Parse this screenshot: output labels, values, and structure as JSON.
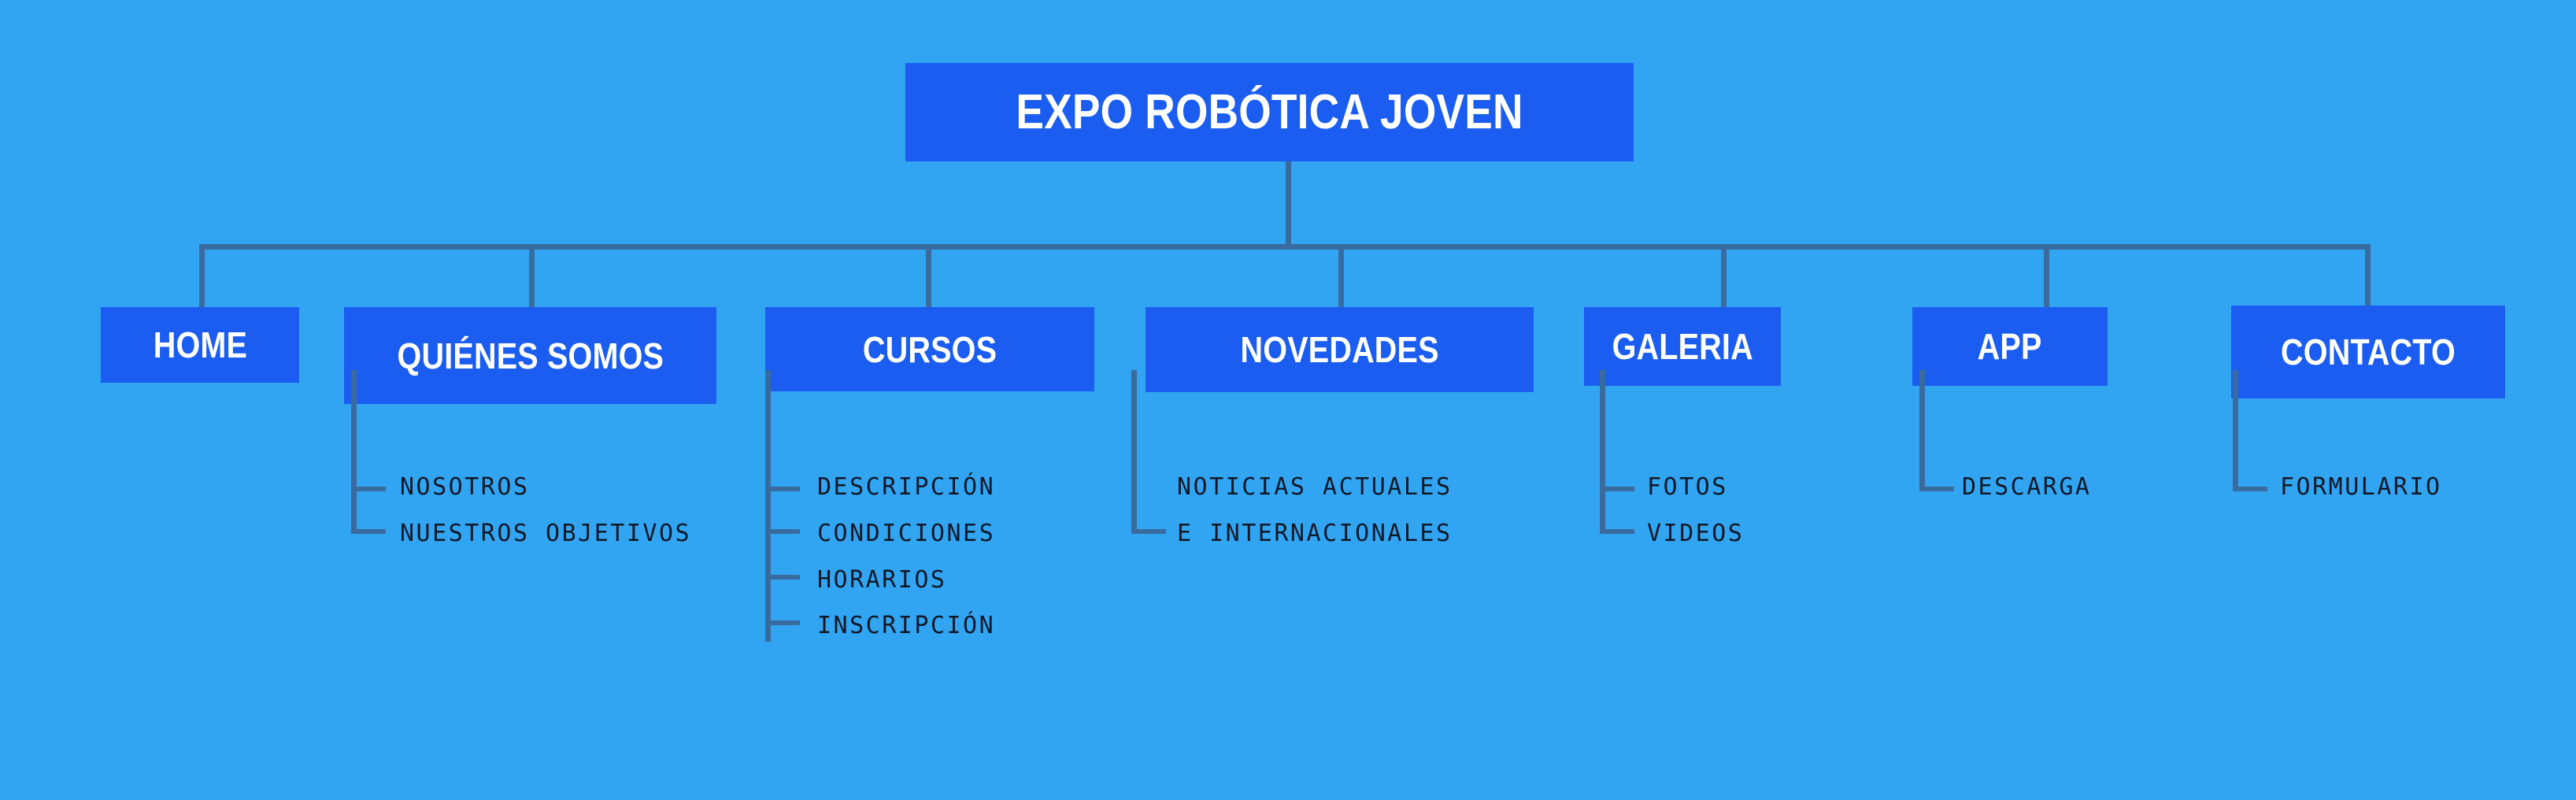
{
  "diagram": {
    "type": "sitemap-tree",
    "background_color": "#32a5f2",
    "node_color": "#1a5df0",
    "connector_color": "#3a6b9e",
    "node_text_color": "#ffffff",
    "subitem_text_color": "#111827"
  },
  "root": {
    "label": "EXPO ROBÓTICA JOVEN"
  },
  "nodes": [
    {
      "label": "HOME",
      "children": []
    },
    {
      "label": "QUIÉNES SOMOS",
      "children": [
        "NOSOTROS",
        "NUESTROS OBJETIVOS"
      ]
    },
    {
      "label": "CURSOS",
      "children": [
        "DESCRIPCIÓN",
        "CONDICIONES",
        "HORARIOS",
        "INSCRIPCIÓN"
      ]
    },
    {
      "label": "NOVEDADES",
      "children": [
        "NOTICIAS ACTUALES",
        "E INTERNACIONALES"
      ]
    },
    {
      "label": "GALERIA",
      "children": [
        "FOTOS",
        "VIDEOS"
      ]
    },
    {
      "label": "APP",
      "children": [
        "DESCARGA"
      ]
    },
    {
      "label": "CONTACTO",
      "children": [
        "FORMULARIO"
      ]
    }
  ]
}
